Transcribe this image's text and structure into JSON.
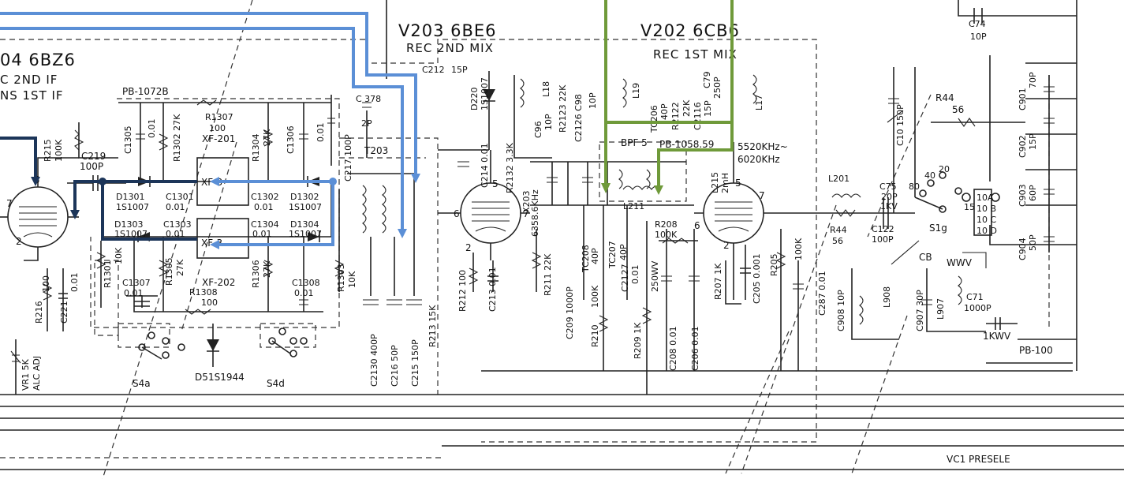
{
  "colors": {
    "ink": "#222222",
    "signal_light_blue": "#5b8fd6",
    "signal_dark_navy": "#1c3559",
    "signal_green": "#6f9a3a"
  },
  "tubes": {
    "v204": {
      "label": "04 6BZ6",
      "func1": "C 2ND IF",
      "func2": "NS 1ST IF"
    },
    "v203": {
      "label": "V203 6BE6",
      "func": "REC 2ND MIX"
    },
    "v202": {
      "label": "V202 6CB6",
      "func": "REC 1ST MIX"
    }
  },
  "boards": {
    "pb1072": "PB-1072B",
    "pb1058": "PB-1058.59",
    "pb100": "PB-100"
  },
  "filter": {
    "bpf": "BPF 5",
    "freq1": "5520KHz~",
    "freq2": "6020KHz"
  },
  "switches": {
    "s4a": "S4a",
    "s4d": "S4d",
    "s1g": "S1g",
    "wwv": "WWV",
    "cb": "CB",
    "kwv": "1KWV",
    "pos_15": "15",
    "pos_20": "20",
    "pos_40": "40",
    "pos_80": "80",
    "pos_10a": "10A",
    "pos_10b": "10 B",
    "pos_10c": "10 C",
    "pos_10d": "10 D"
  },
  "crystal": {
    "xf201": "XF-201",
    "xf202": "XF-202",
    "xf3_a": "XF-3",
    "xf3_b": "XF-3"
  },
  "components_h": {
    "r215": "R215",
    "r215v": "100K",
    "c219": "C219",
    "c219v": "100P",
    "c1305": "C1305",
    "c1305v": "0.01",
    "r1302": "R1302 27K",
    "r1307": "R1307",
    "r1307v": "100",
    "r1304": "R1304",
    "r1304v": "27K",
    "c1306": "C1306",
    "c1306v": "0.01",
    "c217": "C217 100P",
    "c378": "C 378",
    "c378v": "2P",
    "t203": "T203",
    "d1301": "D1301",
    "d1301v": "1S1007",
    "c1301": "C1301",
    "c1301v": "0.01",
    "c1302": "C1302",
    "c1302v": "0.01",
    "d1302": "D1302",
    "d1302v": "1S1007",
    "d1303": "D1303",
    "d1303v": "1S1007",
    "c1303": "C1303",
    "c1303v": "0.01",
    "c1304": "C1304",
    "c1304v": "0.01",
    "d1304": "D1304",
    "d1304v": "1S1007",
    "r1305": "R1305",
    "r1305v": "27K",
    "r1306": "R1306",
    "r1306v": "27K",
    "r1301": "R1301",
    "r1301v": "10K",
    "c1307": "C1307",
    "c1307v": "0.01",
    "r1308": "R1308",
    "r1308v": "100",
    "c1308": "C1308",
    "c1308v": "0.01",
    "r1303": "R1303",
    "r1303v": "10K",
    "r216": "R216",
    "r216v": "100",
    "c221": "C221",
    "c221v": "0.01",
    "vr1": "VR1 5K",
    "vr1f": "ALC ADJ",
    "d5": "D5",
    "d5v": "1S1944",
    "c2130": "C2130 400P",
    "c216": "C216  50P",
    "c215": "C215 150P",
    "r213": "R213 15K",
    "c212": "C212",
    "c212v": "15P",
    "d220": "D220",
    "d220v": "1S1007",
    "c214": "C214  0.01",
    "r2132": "R2132 3.3K",
    "x203": "X203",
    "x203v": "6358.6KHz",
    "r212": "R212 100",
    "c213": "C213  0.01",
    "r211": "R211 22K",
    "c96": "C96",
    "c96v": "10P",
    "l18": "L18",
    "r2123": "R2123 22K",
    "c2126": "C2126 C98",
    "c98v": "10P",
    "l19": "L19",
    "tc206": "TC206",
    "tc206v": "40P",
    "r2122": "R2122",
    "r2122v": "22K",
    "c2116": "C2116",
    "c2116v": "15P",
    "c79": "C79",
    "c79v": "250P",
    "l17": "L17",
    "l215": "L215",
    "l215v": "2mH",
    "l211": "L211",
    "c209": "C209 1000P",
    "tc208": "TC208",
    "tc208v": "40P",
    "tc207": "TC207",
    "tc207v": "40P",
    "r210": "R210",
    "r210v": "100K",
    "c2127": "C2127",
    "c2127v": "0.01",
    "r209": "R209 1K",
    "c2127b": "250WV",
    "r208": "R208",
    "r208v": "100K",
    "c208": "C208 0.01",
    "c206": "C206 0.01",
    "r207": "R207 1K",
    "c205": "C205  0.001",
    "r205": "R205",
    "r205v": "100K",
    "c287": "C287 0.01",
    "l201": "L201",
    "r44a": "R44",
    "r44av": "56",
    "c75": "C75",
    "c75v": "20P",
    "c75w": "1KV",
    "c122": "C122",
    "c122v": "100P",
    "c10": "C10 150P",
    "r44b": "R44",
    "r44bv": "56",
    "c74": "C74",
    "c74v": "10P",
    "c901": "C901",
    "c901v": "70P",
    "c902": "C902",
    "c902v": "15P",
    "c903": "C903",
    "c903v": "60P",
    "c904": "C904",
    "c904v": "50P",
    "c908": "C908 10P",
    "l908": "L908",
    "c907": "C907 30P",
    "l907": "L907",
    "c71": "C71",
    "c71v": "1000P",
    "vc1": "VC1 PRESELE"
  }
}
